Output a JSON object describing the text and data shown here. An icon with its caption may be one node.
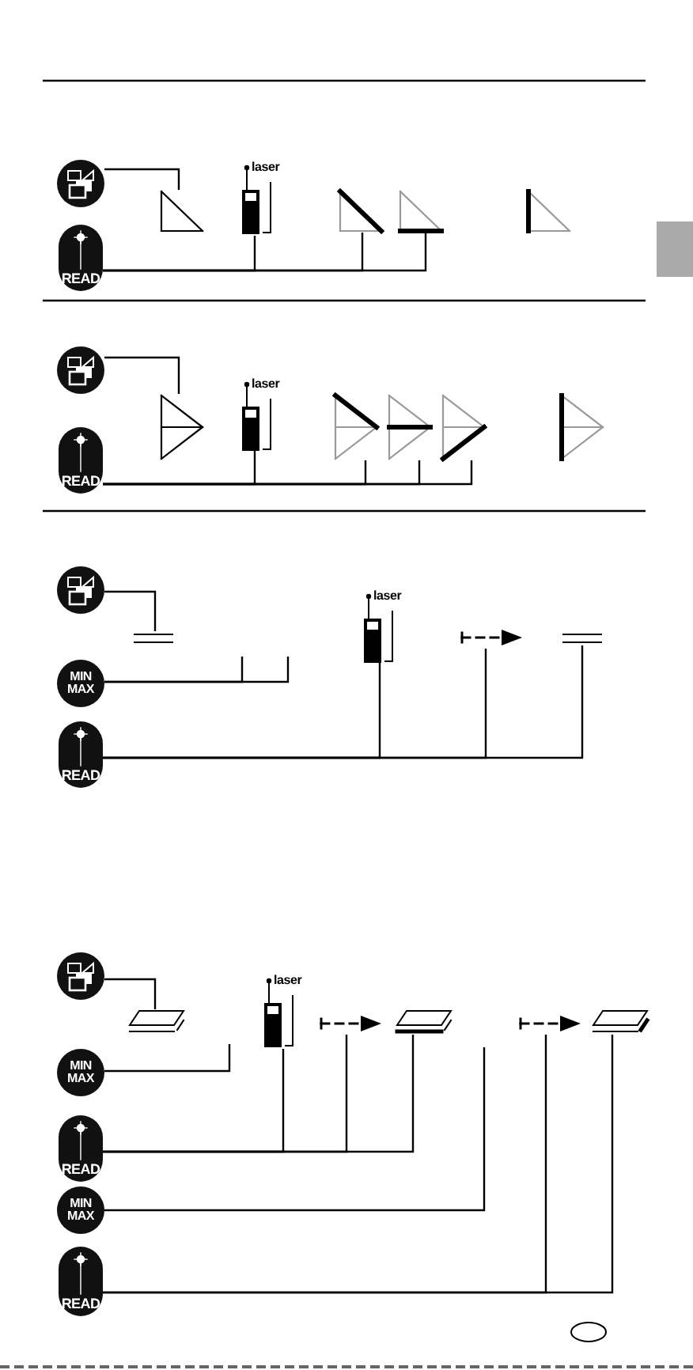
{
  "diagram": {
    "nodes": [
      {
        "text": [],
        "shape": "circle"
      },
      {
        "text": [
          "READ"
        ]
      },
      {
        "text": [],
        "shape": "triangle"
      },
      {
        "text": [
          "laser"
        ]
      },
      {
        "text": [],
        "shape": "triangle"
      },
      {
        "text": [],
        "shape": "triangle"
      },
      {
        "text": [],
        "shape": "triangle"
      },
      {
        "text": [],
        "shape": "circle"
      },
      {
        "text": [
          "READ"
        ]
      },
      {
        "text": [],
        "shape": "triangle"
      },
      {
        "text": [
          "laser"
        ]
      },
      {
        "text": [],
        "shape": "triangle"
      },
      {
        "text": [],
        "shape": "triangle"
      },
      {
        "text": [],
        "shape": "triangle"
      },
      {
        "text": [],
        "shape": "triangle"
      },
      {
        "text": [],
        "shape": "circle"
      },
      {
        "text": [
          "MIN MAX"
        ]
      },
      {
        "text": [
          "READ"
        ]
      },
      {
        "text": [],
        "shape": "line"
      },
      {
        "text": [
          "laser"
        ]
      },
      {
        "text": [],
        "shape": "arrow"
      },
      {
        "text": [],
        "shape": "line"
      },
      {
        "text": [],
        "shape": "circle"
      },
      {
        "text": [
          "MIN MAX"
        ]
      },
      {
        "text": [
          "READ"
        ]
      },
      {
        "text": [
          "MIN MAX"
        ]
      },
      {
        "text": [
          "READ"
        ]
      },
      {
        "text": [],
        "shape": "plate"
      },
      {
        "text": [
          "laser"
        ]
      },
      {
        "text": [],
        "shape": "arrow"
      },
      {
        "text": [],
        "shape": "plate"
      },
      {
        "text": [],
        "shape": "arrow"
      },
      {
        "text": [],
        "shape": "plate"
      }
    ],
    "edges": [
      {
        "from": 0,
        "to": 2,
        "arrow": "none"
      },
      {
        "from": 1,
        "to": 3,
        "arrow": "none"
      },
      {
        "from": 1,
        "to": 4,
        "arrow": "none"
      },
      {
        "from": 1,
        "to": 5,
        "arrow": "none"
      },
      {
        "from": 7,
        "to": 9,
        "arrow": "none"
      },
      {
        "from": 8,
        "to": 10,
        "arrow": "none"
      },
      {
        "from": 8,
        "to": 11,
        "arrow": "none"
      },
      {
        "from": 8,
        "to": 12,
        "arrow": "none"
      },
      {
        "from": 8,
        "to": 13,
        "arrow": "none"
      },
      {
        "from": 15,
        "to": 18,
        "arrow": "none"
      },
      {
        "from": 16,
        "to": null,
        "arrow": "none"
      },
      {
        "from": 16,
        "to": null,
        "arrow": "none"
      },
      {
        "from": 17,
        "to": 19,
        "arrow": "none"
      },
      {
        "from": 17,
        "to": 20,
        "arrow": "none"
      },
      {
        "from": 17,
        "to": 21,
        "arrow": "none"
      },
      {
        "from": 22,
        "to": 27,
        "arrow": "none"
      },
      {
        "from": 23,
        "to": null,
        "arrow": "none"
      },
      {
        "from": 24,
        "to": 28,
        "arrow": "none"
      },
      {
        "from": 24,
        "to": 29,
        "arrow": "none"
      },
      {
        "from": 24,
        "to": 30,
        "arrow": "none"
      },
      {
        "from": 25,
        "to": null,
        "arrow": "none"
      },
      {
        "from": 26,
        "to": 31,
        "arrow": "none"
      },
      {
        "from": 26,
        "to": 32,
        "arrow": "none"
      }
    ]
  }
}
